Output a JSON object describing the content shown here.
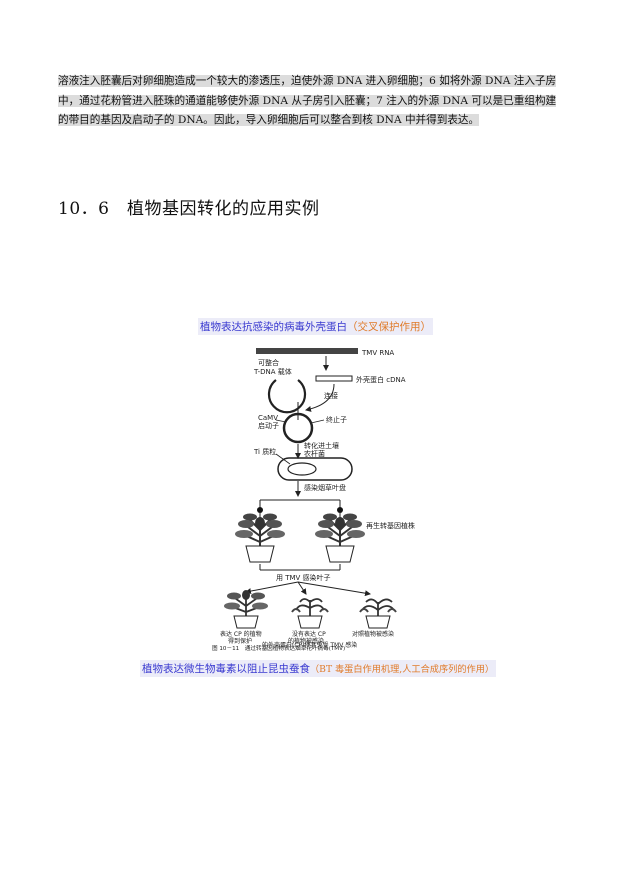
{
  "paragraph": {
    "lines": [
      "溶液注入胚囊后对卵细胞造成一个较大的渗透压，迫使外源 DNA 进入卵细胞；6 如将外源 DNA 注入子房",
      "中，通过花粉管进入胚珠的通道能够使外源 DNA 从子房引入胚囊；7 注入的外源 DNA 可以是已重组构建",
      "的带目的基因及启动子的 DNA。因此，导入卵细胞后可以整合到核 DNA 中并得到表达。"
    ]
  },
  "section_heading": "10．6　植物基因转化的应用实例",
  "caption1": {
    "main": "植物表达抗感染的病毒外壳蛋白",
    "note": "（交叉保护作用）"
  },
  "figure": {
    "labels": {
      "tmv_rna": "TMV RNA",
      "vector_line1": "可整合",
      "vector_line2": "T-DNA 载体",
      "coat_cdna": "外壳蛋白 cDNA",
      "ligation": "连接",
      "camv_line1": "CaMV",
      "camv_line2": "启动子",
      "terminator": "终止子",
      "transform_line1": "转化进土壤",
      "transform_line2": "农杆菌",
      "ti_plasmid": "Ti 质粒",
      "infect_leaf": "感染烟草叶盘",
      "regenerate": "再生转基因植株",
      "tmv_infect": "用 TMV 感染叶子",
      "res1_line1": "表达 CP 的植物",
      "res1_line2": "得到保护",
      "res2_line1": "没有表达 CP",
      "res2_line2": "的植物被感染",
      "res3": "对照植物被感染",
      "fig_line1": "图 10－11　通过转基因植物表达烟草花叶病毒(TMV)",
      "fig_line2": "的外壳蛋白(CP)使其免受 TMV 感染"
    }
  },
  "caption2": {
    "main": "植物表达微生物毒素以阻止昆虫蚕食",
    "note": "（BT 毒蛋白作用机理,人工合成序列的作用）"
  }
}
